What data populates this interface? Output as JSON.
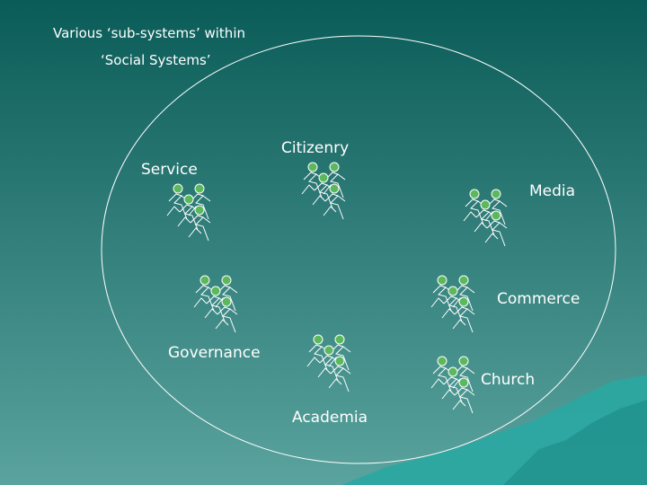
{
  "heading": {
    "line1": "Various ‘sub-systems’ within",
    "line2": "‘Social Systems’"
  },
  "groups": [
    {
      "id": "citizenry",
      "label": "Citizenry"
    },
    {
      "id": "service",
      "label": "Service"
    },
    {
      "id": "media",
      "label": "Media"
    },
    {
      "id": "commerce",
      "label": "Commerce"
    },
    {
      "id": "governance",
      "label": "Governance"
    },
    {
      "id": "church",
      "label": "Church"
    },
    {
      "id": "academia",
      "label": "Academia"
    }
  ],
  "icons": {
    "people": "people-group-icon"
  },
  "colors": {
    "head": "#5cb85c",
    "figure_stroke": "#ffffff",
    "circle": "#ffffff",
    "mountain": "#2aa7a2"
  }
}
